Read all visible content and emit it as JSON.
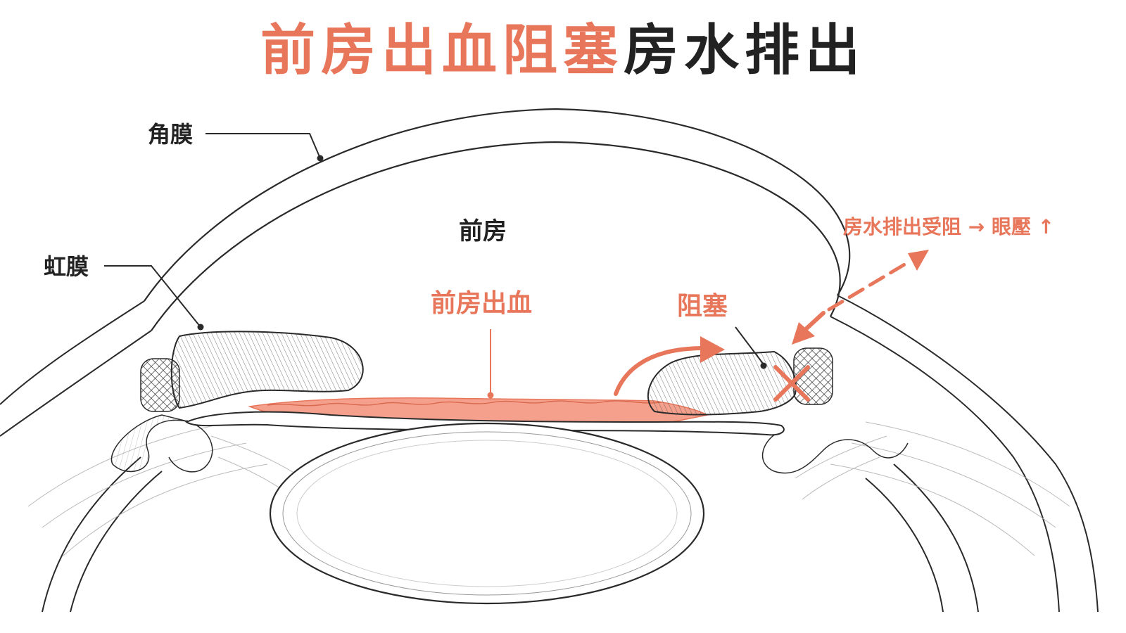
{
  "title": {
    "part1": "前房出血阻塞",
    "part2": "房水排出"
  },
  "labels": {
    "cornea": "角膜",
    "iris": "虹膜",
    "anterior_chamber": "前房",
    "hyphema": "前房出血",
    "blockage": "阻塞",
    "outflow": "房水排出受阻 → 眼壓 ↑"
  },
  "colors": {
    "accent": "#e8765a",
    "blood": "#f4a08c",
    "line": "#2a2a2a",
    "text": "#222222"
  }
}
